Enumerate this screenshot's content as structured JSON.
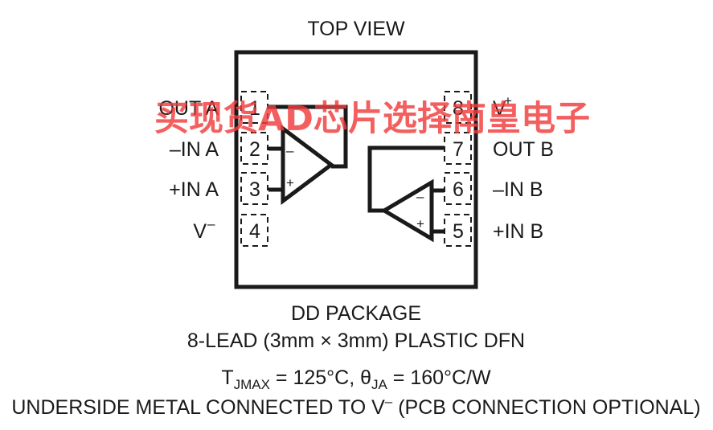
{
  "title": "TOP VIEW",
  "pins": {
    "p1": {
      "number": "1",
      "label": "OUT A"
    },
    "p2": {
      "number": "2",
      "label": "–IN A"
    },
    "p3": {
      "number": "3",
      "label": "+IN A"
    },
    "p4": {
      "number": "4",
      "label": "V"
    },
    "p5": {
      "number": "5",
      "label": "+IN B"
    },
    "p6": {
      "number": "6",
      "label": "–IN B"
    },
    "p7": {
      "number": "7",
      "label": "OUT B"
    },
    "p8": {
      "number": "8",
      "label": "V"
    }
  },
  "pin_superscripts": {
    "v_minus": "–",
    "v_plus": "+"
  },
  "opamp_signs": {
    "minus": "–",
    "plus": "+"
  },
  "package": {
    "name": "DD PACKAGE",
    "description": "8-LEAD (3mm × 3mm) PLASTIC DFN",
    "thermal_tj": "T",
    "thermal_tj_sub": "JMAX",
    "thermal_tj_value": " = 125°C, ",
    "thermal_theta": "θ",
    "thermal_theta_sub": "JA",
    "thermal_theta_value": " = 160°C/W",
    "underside_note_prefix": "UNDERSIDE METAL CONNECTED TO V",
    "underside_note_sup": "–",
    "underside_note_suffix": " (PCB CONNECTION OPTIONAL)"
  },
  "watermark": "买现货AD芯片选择南皇电子"
}
